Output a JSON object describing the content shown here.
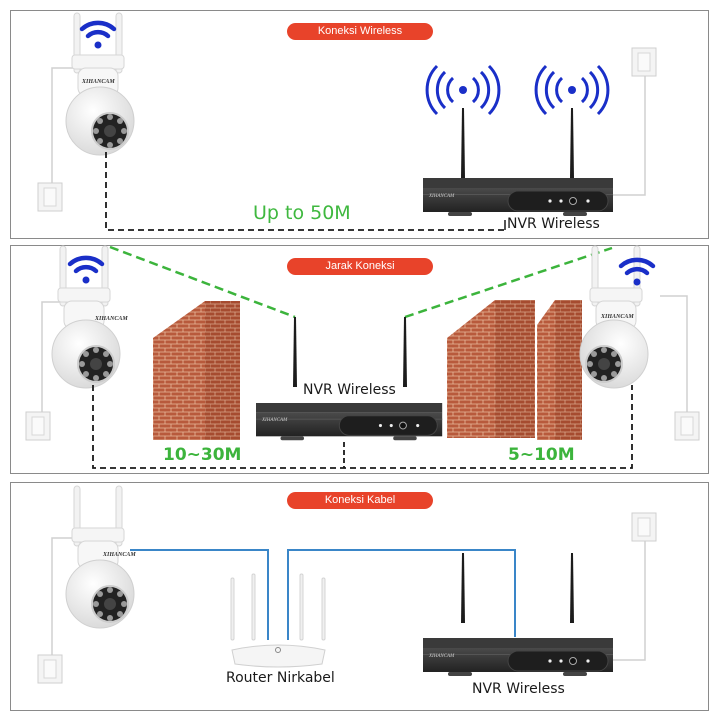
{
  "colors": {
    "pill": "#e8432a",
    "wifi": "#1a2fc8",
    "wireless_link": "#3cb43c",
    "cable_link": "#3a86c8",
    "power_line": "#d0d0d0",
    "border": "#8a8a8a",
    "brick": "#b8593a",
    "nvr_body": "#2b2b2b"
  },
  "panels": [
    {
      "title": "Koneksi Wireless",
      "distance": "Up to 50M",
      "devices": {
        "camera_brand": "XIHANCAM",
        "nvr_label": "NVR Wireless",
        "nvr_brand": "XIHANCAM"
      },
      "icons": [
        "wifi-icon",
        "signal-waves-icon",
        "signal-waves-icon",
        "power-outlet-icon",
        "power-outlet-icon"
      ]
    },
    {
      "title": "Jarak Koneksi",
      "distances": [
        "10~30M",
        "5~10M"
      ],
      "walls": [
        1,
        2
      ],
      "devices": {
        "camera_brand": "XIHANCAM",
        "nvr_label": "NVR Wireless",
        "nvr_brand": "XIHANCAM"
      },
      "icons": [
        "wifi-icon",
        "wifi-icon",
        "brick-wall-icon",
        "power-outlet-icon",
        "power-outlet-icon"
      ]
    },
    {
      "title": "Koneksi Kabel",
      "devices": {
        "camera_brand": "XIHANCAM",
        "router_label": "Router Nirkabel",
        "nvr_label": "NVR Wireless",
        "nvr_brand": "XIHANCAM"
      },
      "icons": [
        "power-outlet-icon",
        "power-outlet-icon"
      ]
    }
  ]
}
